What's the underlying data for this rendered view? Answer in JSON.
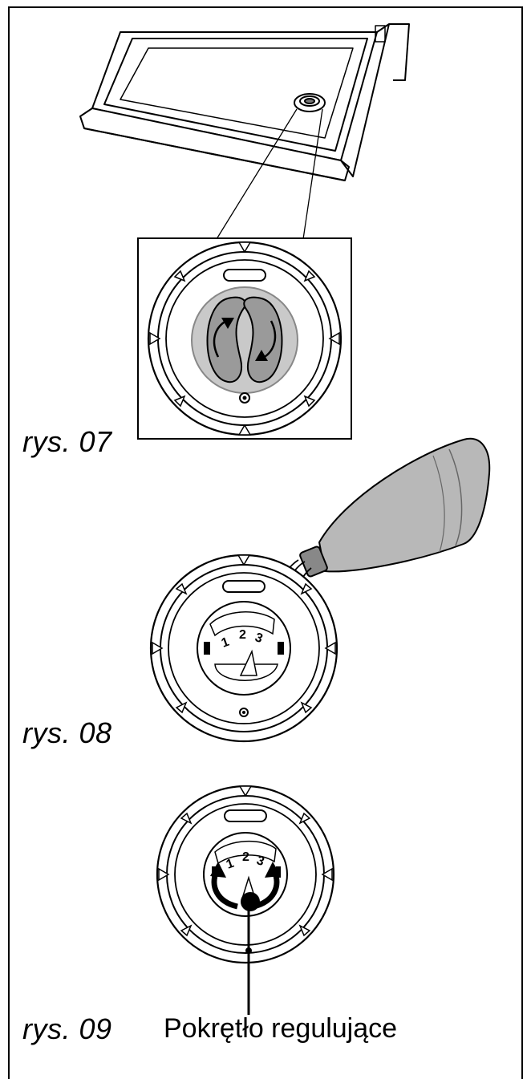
{
  "figures": [
    {
      "caption": "rys. 07"
    },
    {
      "caption": "rys. 08",
      "dial_numbers": [
        "1",
        "2",
        "3"
      ]
    },
    {
      "caption": "rys. 09",
      "dial_numbers": [
        "1",
        "2",
        "3"
      ],
      "callout_label": "Pokrętło regulujące"
    }
  ]
}
